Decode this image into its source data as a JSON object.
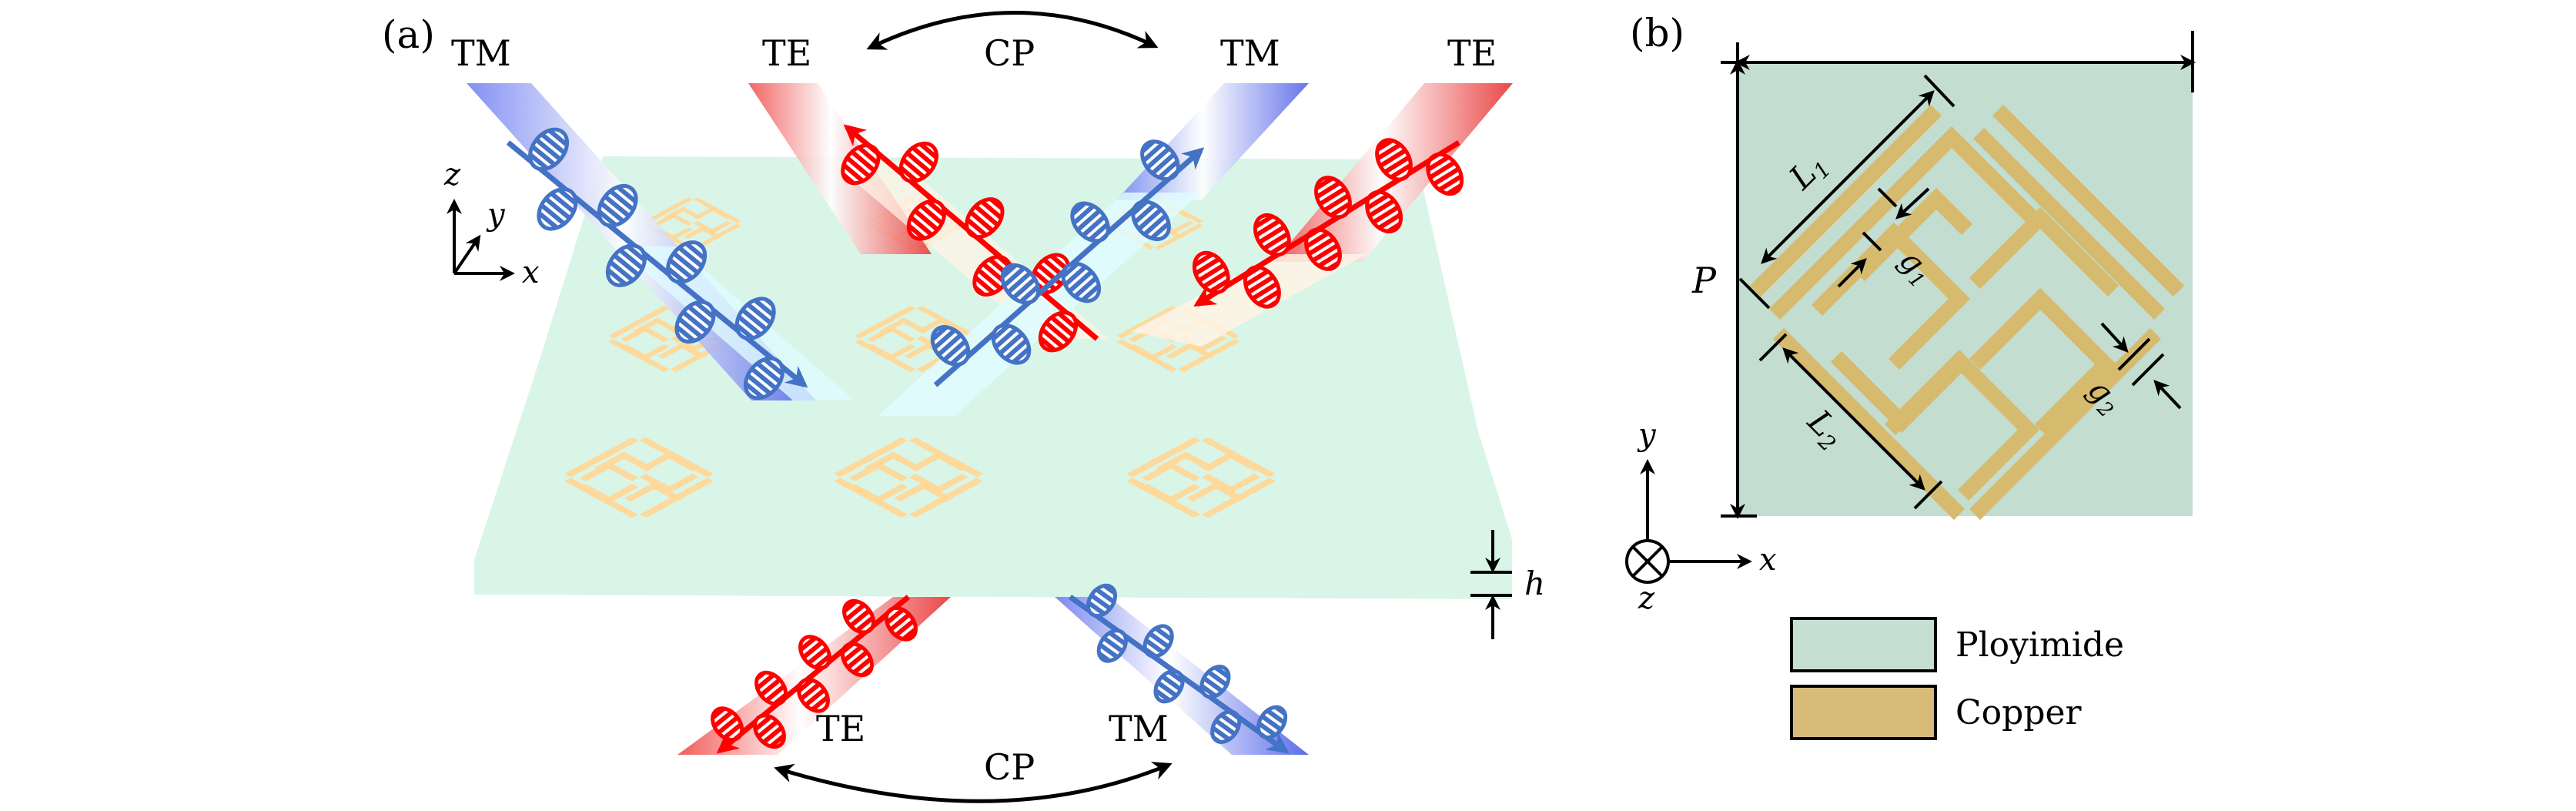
{
  "panel_a": {
    "label": "(a)",
    "top_labels": {
      "tm_incident": "TM",
      "te_reflected": "TE",
      "cp": "CP",
      "tm_reflected": "TM",
      "te_incident": "TE"
    },
    "bottom_labels": {
      "te": "TE",
      "tm": "TM",
      "cp": "CP"
    },
    "axes": {
      "x": "x",
      "y": "y",
      "z": "z"
    },
    "thickness_label": "h",
    "colors": {
      "tm_beam": "#4472c4",
      "te_beam": "#ff0000",
      "substrate": "#d9f5e8",
      "resonator": "#ffd898"
    }
  },
  "panel_b": {
    "label": "(b)",
    "dimensions": {
      "period": "P",
      "l1": "L",
      "l1_sub": "1",
      "l2": "L",
      "l2_sub": "2",
      "g1": "g",
      "g1_sub": "1",
      "g2": "g",
      "g2_sub": "2"
    },
    "axes": {
      "x": "x",
      "y": "y",
      "z": "z"
    },
    "legend": [
      {
        "label": "Ployimide",
        "color": "#c5dfd3"
      },
      {
        "label": "Copper",
        "color": "#d6bb79"
      }
    ],
    "colors": {
      "substrate": "#c4ddd1",
      "copper": "#d6bb6e"
    }
  }
}
